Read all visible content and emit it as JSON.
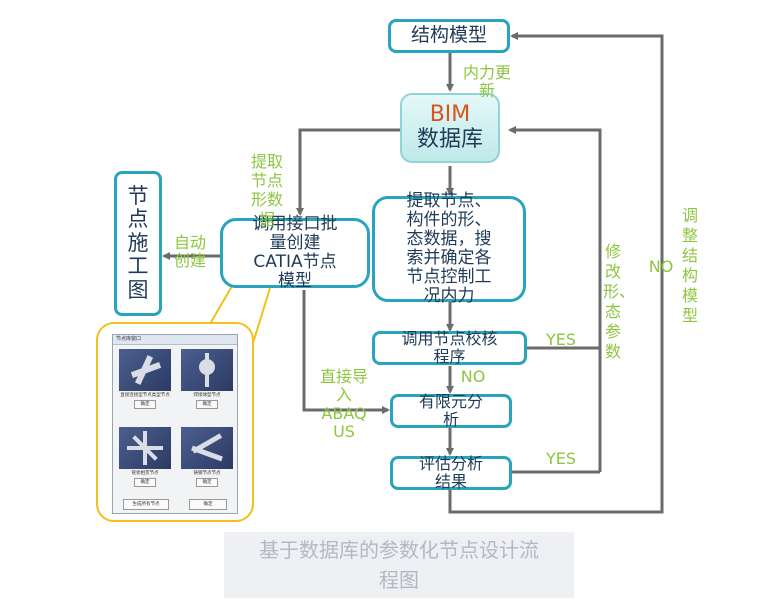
{
  "nodes": {
    "structure_model": "结构模型",
    "bim_line1": "BIM",
    "bim_line2": "数据库",
    "extract_line1": "提取节点、",
    "extract_line2": "构件的形、",
    "extract_line3": "态数据，搜",
    "extract_line4": "索并确定各",
    "extract_line5": "节点控制工",
    "extract_line6": "况内力",
    "catia_line1": "调用接口批",
    "catia_line2": "量创建",
    "catia_line3": "CATIA节点",
    "catia_line4": "模型",
    "construction_chars": [
      "节",
      "点",
      "施",
      "工",
      "图"
    ],
    "check_line1": "调用节点校核",
    "check_line2": "程序",
    "fea_line1": "有限元分",
    "fea_line2": "析",
    "eval_line1": "评估分析",
    "eval_line2": "结果"
  },
  "labels": {
    "internal_force_line1": "内力更",
    "internal_force_line2": "新",
    "extract_shape": "提取节点形数据",
    "auto_create_line1": "自动",
    "auto_create_line2": "创建",
    "direct_import_line1": "直接导",
    "direct_import_line2": "入",
    "direct_import_line3": "ABAQ",
    "direct_import_line4": "US",
    "yes_check": "YES",
    "no_check": "NO",
    "yes_eval": "YES",
    "modify_shape": "修改形、态参数",
    "no_adjust": "NO",
    "adjust_model": "调整结构模型"
  },
  "thumbnail": {
    "window_title": "节点库窗口",
    "cells": [
      {
        "caption": "直接连接型节点类型节点",
        "button": "确定"
      },
      {
        "caption": "焊接球型节点",
        "button": "确定"
      },
      {
        "caption": "管状相贯节点",
        "button": "确定"
      },
      {
        "caption": "铸钢节点节点",
        "button": "确定"
      }
    ],
    "bottom_left_button": "生成所有节点",
    "bottom_right_button": "确定"
  },
  "caption_line1": "基于数据库的参数化节点设计流",
  "caption_line2": "程图",
  "colors": {
    "node_border": "#2aa3bd",
    "arrow": "#6b6b6b",
    "label_green": "#8dc63f",
    "bim_text": "#d9531e",
    "thumbnail_border": "#f2c01c"
  }
}
